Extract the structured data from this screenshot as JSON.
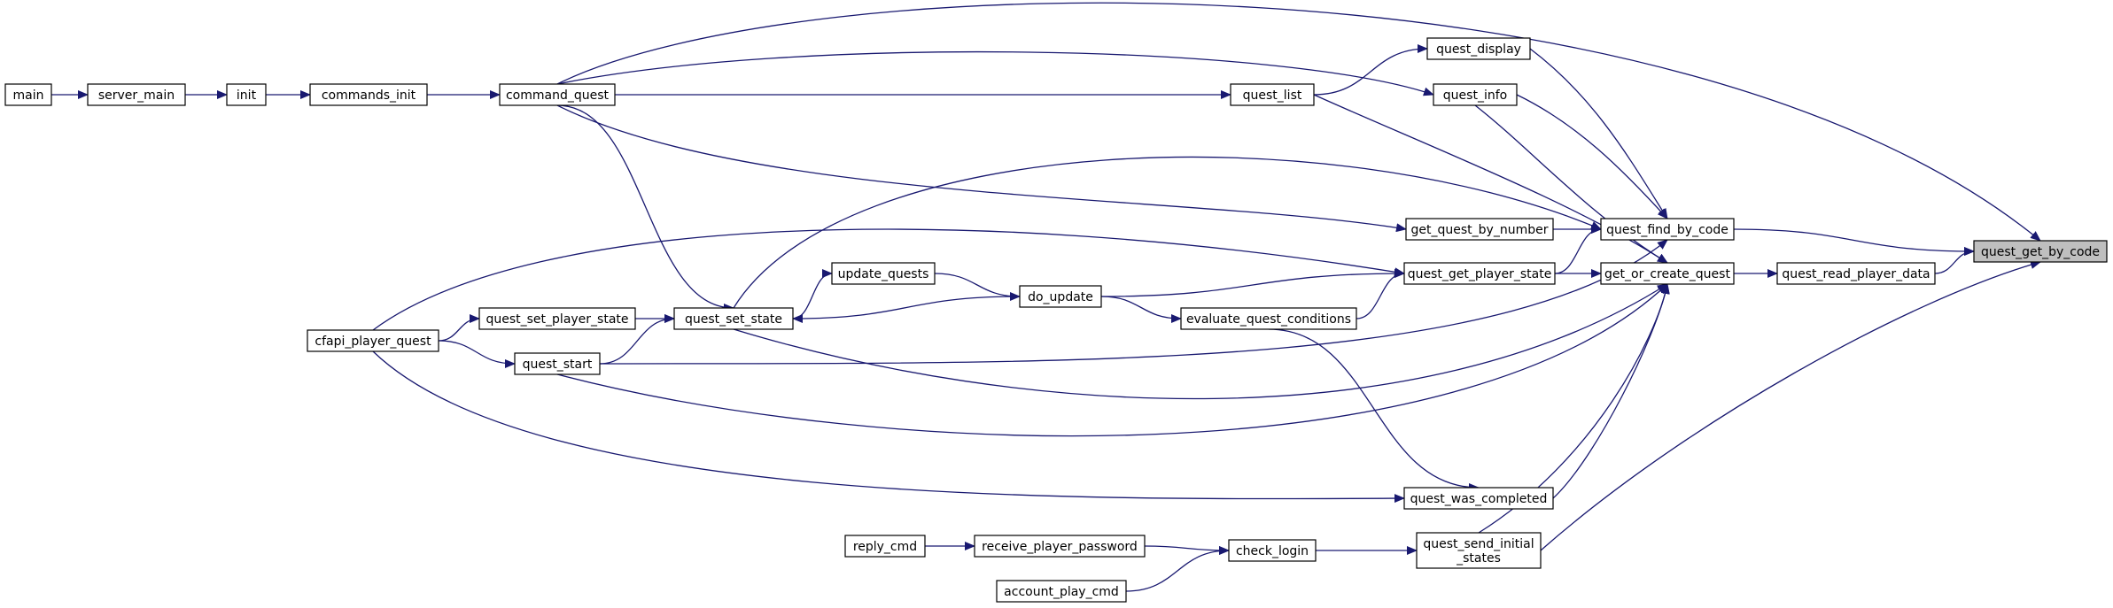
{
  "graph": {
    "nodes": [
      {
        "id": "main",
        "label": "main",
        "highlight": false
      },
      {
        "id": "server_main",
        "label": "server_main",
        "highlight": false
      },
      {
        "id": "init",
        "label": "init",
        "highlight": false
      },
      {
        "id": "commands_init",
        "label": "commands_init",
        "highlight": false
      },
      {
        "id": "command_quest",
        "label": "command_quest",
        "highlight": false
      },
      {
        "id": "quest_display",
        "label": "quest_display",
        "highlight": false
      },
      {
        "id": "quest_list",
        "label": "quest_list",
        "highlight": false
      },
      {
        "id": "quest_info",
        "label": "quest_info",
        "highlight": false
      },
      {
        "id": "get_quest_by_number",
        "label": "get_quest_by_number",
        "highlight": false
      },
      {
        "id": "quest_find_by_code",
        "label": "quest_find_by_code",
        "highlight": false
      },
      {
        "id": "quest_get_by_code",
        "label": "quest_get_by_code",
        "highlight": true
      },
      {
        "id": "update_quests",
        "label": "update_quests",
        "highlight": false
      },
      {
        "id": "do_update",
        "label": "do_update",
        "highlight": false
      },
      {
        "id": "quest_get_player_state",
        "label": "quest_get_player_state",
        "highlight": false
      },
      {
        "id": "get_or_create_quest",
        "label": "get_or_create_quest",
        "highlight": false
      },
      {
        "id": "quest_read_player_data",
        "label": "quest_read_player_data",
        "highlight": false
      },
      {
        "id": "cfapi_player_quest",
        "label": "cfapi_player_quest",
        "highlight": false
      },
      {
        "id": "quest_set_player_state",
        "label": "quest_set_player_state",
        "highlight": false
      },
      {
        "id": "quest_set_state",
        "label": "quest_set_state",
        "highlight": false
      },
      {
        "id": "evaluate_quest_conditions",
        "label": "evaluate_quest_conditions",
        "highlight": false
      },
      {
        "id": "quest_start",
        "label": "quest_start",
        "highlight": false
      },
      {
        "id": "quest_was_completed",
        "label": "quest_was_completed",
        "highlight": false
      },
      {
        "id": "reply_cmd",
        "label": "reply_cmd",
        "highlight": false
      },
      {
        "id": "receive_player_password",
        "label": "receive_player_password",
        "highlight": false
      },
      {
        "id": "check_login",
        "label": "check_login",
        "highlight": false
      },
      {
        "id": "quest_send_initial_states",
        "label": "quest_send_initial\n_states",
        "highlight": false
      },
      {
        "id": "account_play_cmd",
        "label": "account_play_cmd",
        "highlight": false
      }
    ],
    "edges": [
      {
        "from": "main",
        "to": "server_main"
      },
      {
        "from": "server_main",
        "to": "init"
      },
      {
        "from": "init",
        "to": "commands_init"
      },
      {
        "from": "commands_init",
        "to": "command_quest"
      },
      {
        "from": "command_quest",
        "to": "quest_list"
      },
      {
        "from": "command_quest",
        "to": "quest_info"
      },
      {
        "from": "command_quest",
        "to": "get_quest_by_number"
      },
      {
        "from": "command_quest",
        "to": "quest_get_by_code"
      },
      {
        "from": "command_quest",
        "to": "quest_set_state"
      },
      {
        "from": "quest_list",
        "to": "quest_display"
      },
      {
        "from": "quest_display",
        "to": "quest_find_by_code"
      },
      {
        "from": "quest_info",
        "to": "quest_find_by_code"
      },
      {
        "from": "quest_info",
        "to": "get_or_create_quest"
      },
      {
        "from": "quest_list",
        "to": "get_or_create_quest"
      },
      {
        "from": "get_quest_by_number",
        "to": "quest_find_by_code"
      },
      {
        "from": "quest_find_by_code",
        "to": "quest_get_by_code"
      },
      {
        "from": "quest_get_player_state",
        "to": "quest_find_by_code"
      },
      {
        "from": "quest_get_player_state",
        "to": "get_or_create_quest"
      },
      {
        "from": "get_or_create_quest",
        "to": "quest_read_player_data"
      },
      {
        "from": "quest_read_player_data",
        "to": "quest_get_by_code"
      },
      {
        "from": "quest_send_initial_states",
        "to": "quest_get_by_code"
      },
      {
        "from": "update_quests",
        "to": "do_update"
      },
      {
        "from": "do_update",
        "to": "quest_get_player_state"
      },
      {
        "from": "do_update",
        "to": "evaluate_quest_conditions"
      },
      {
        "from": "do_update",
        "to": "quest_set_state"
      },
      {
        "from": "evaluate_quest_conditions",
        "to": "quest_get_player_state"
      },
      {
        "from": "evaluate_quest_conditions",
        "to": "quest_was_completed"
      },
      {
        "from": "quest_set_state",
        "to": "update_quests"
      },
      {
        "from": "quest_set_state",
        "to": "quest_find_by_code"
      },
      {
        "from": "quest_set_state",
        "to": "get_or_create_quest"
      },
      {
        "from": "quest_set_player_state",
        "to": "quest_set_state"
      },
      {
        "from": "quest_start",
        "to": "quest_set_state"
      },
      {
        "from": "quest_start",
        "to": "get_or_create_quest"
      },
      {
        "from": "quest_start",
        "to": "quest_find_by_code"
      },
      {
        "from": "cfapi_player_quest",
        "to": "quest_set_player_state"
      },
      {
        "from": "cfapi_player_quest",
        "to": "quest_start"
      },
      {
        "from": "cfapi_player_quest",
        "to": "quest_get_player_state"
      },
      {
        "from": "cfapi_player_quest",
        "to": "quest_was_completed"
      },
      {
        "from": "quest_was_completed",
        "to": "get_or_create_quest"
      },
      {
        "from": "quest_send_initial_states",
        "to": "get_or_create_quest"
      },
      {
        "from": "reply_cmd",
        "to": "receive_player_password"
      },
      {
        "from": "receive_player_password",
        "to": "check_login"
      },
      {
        "from": "account_play_cmd",
        "to": "check_login"
      },
      {
        "from": "check_login",
        "to": "quest_send_initial_states"
      }
    ]
  }
}
